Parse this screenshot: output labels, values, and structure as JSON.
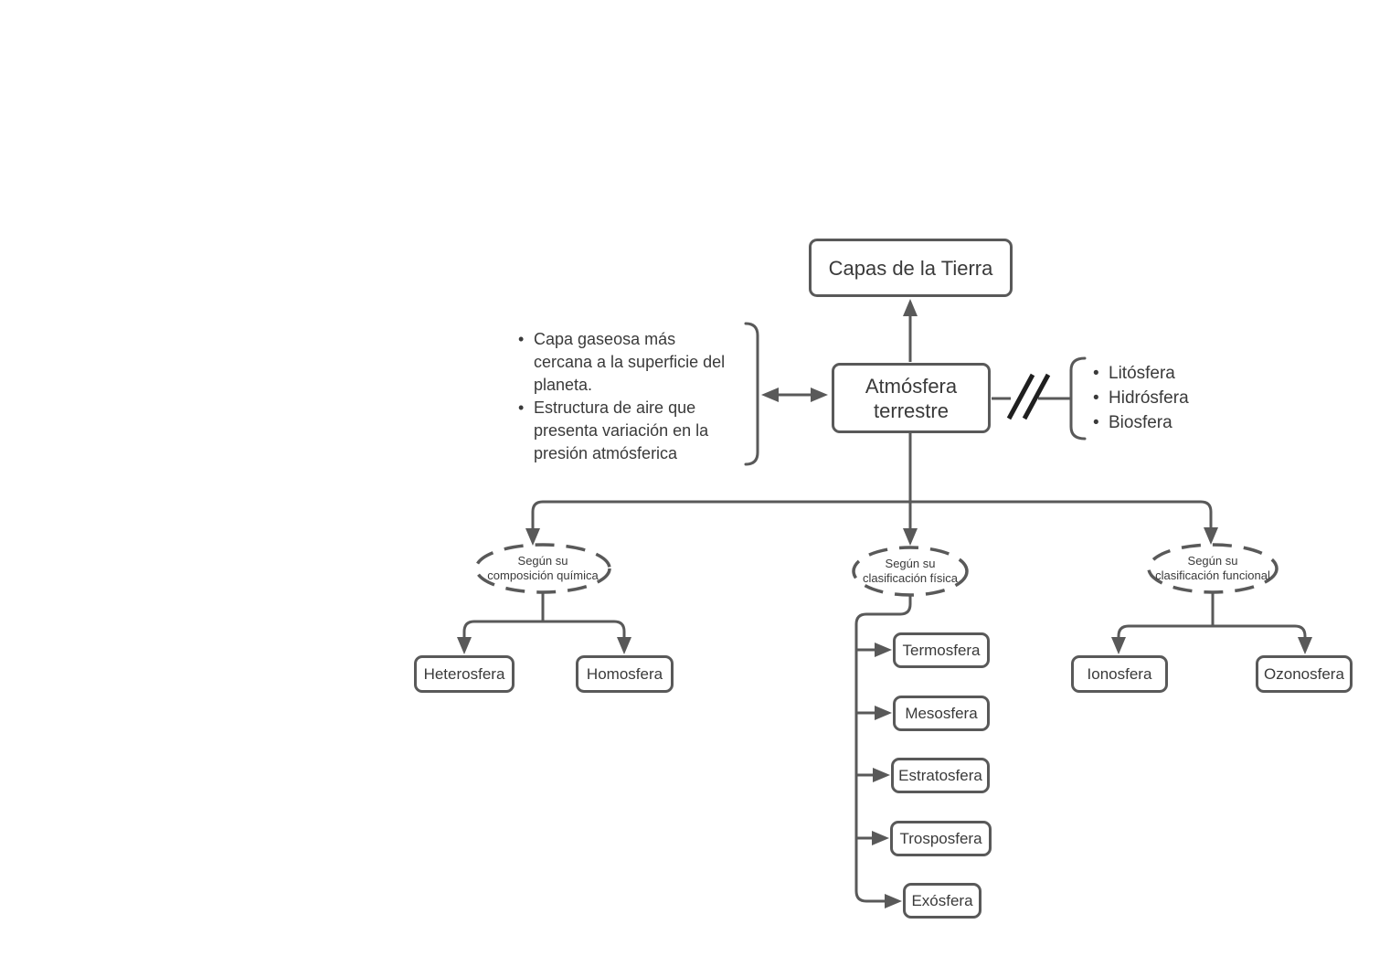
{
  "colors": {
    "line": "#595959",
    "border": "#595959",
    "text": "#3a3a3a",
    "slash": "#1f1f1f",
    "background": "#ffffff"
  },
  "root_node": {
    "label": "Capas de la Tierra"
  },
  "main_node": {
    "label": "Atmósfera terrestre"
  },
  "left_note": {
    "items": [
      "Capa gaseosa más\ncercana a la superficie del\nplaneta.",
      "Estructura de aire que\npresenta variación en la\npresión atmósferica"
    ]
  },
  "right_note": {
    "items": [
      "Litósfera",
      "Hidrósfera",
      "Biosfera"
    ]
  },
  "branches": [
    {
      "label_line1": "Según su",
      "label_line2": "composición química",
      "children": [
        "Heterosfera",
        "Homosfera"
      ]
    },
    {
      "label_line1": "Según su",
      "label_line2": "clasificación física",
      "children": [
        "Termosfera",
        "Mesosfera",
        "Estratosfera",
        "Trosposfera",
        "Exósfera"
      ]
    },
    {
      "label_line1": "Según su",
      "label_line2": "clasificación funcional",
      "children": [
        "Ionosfera",
        "Ozonosfera"
      ]
    }
  ]
}
